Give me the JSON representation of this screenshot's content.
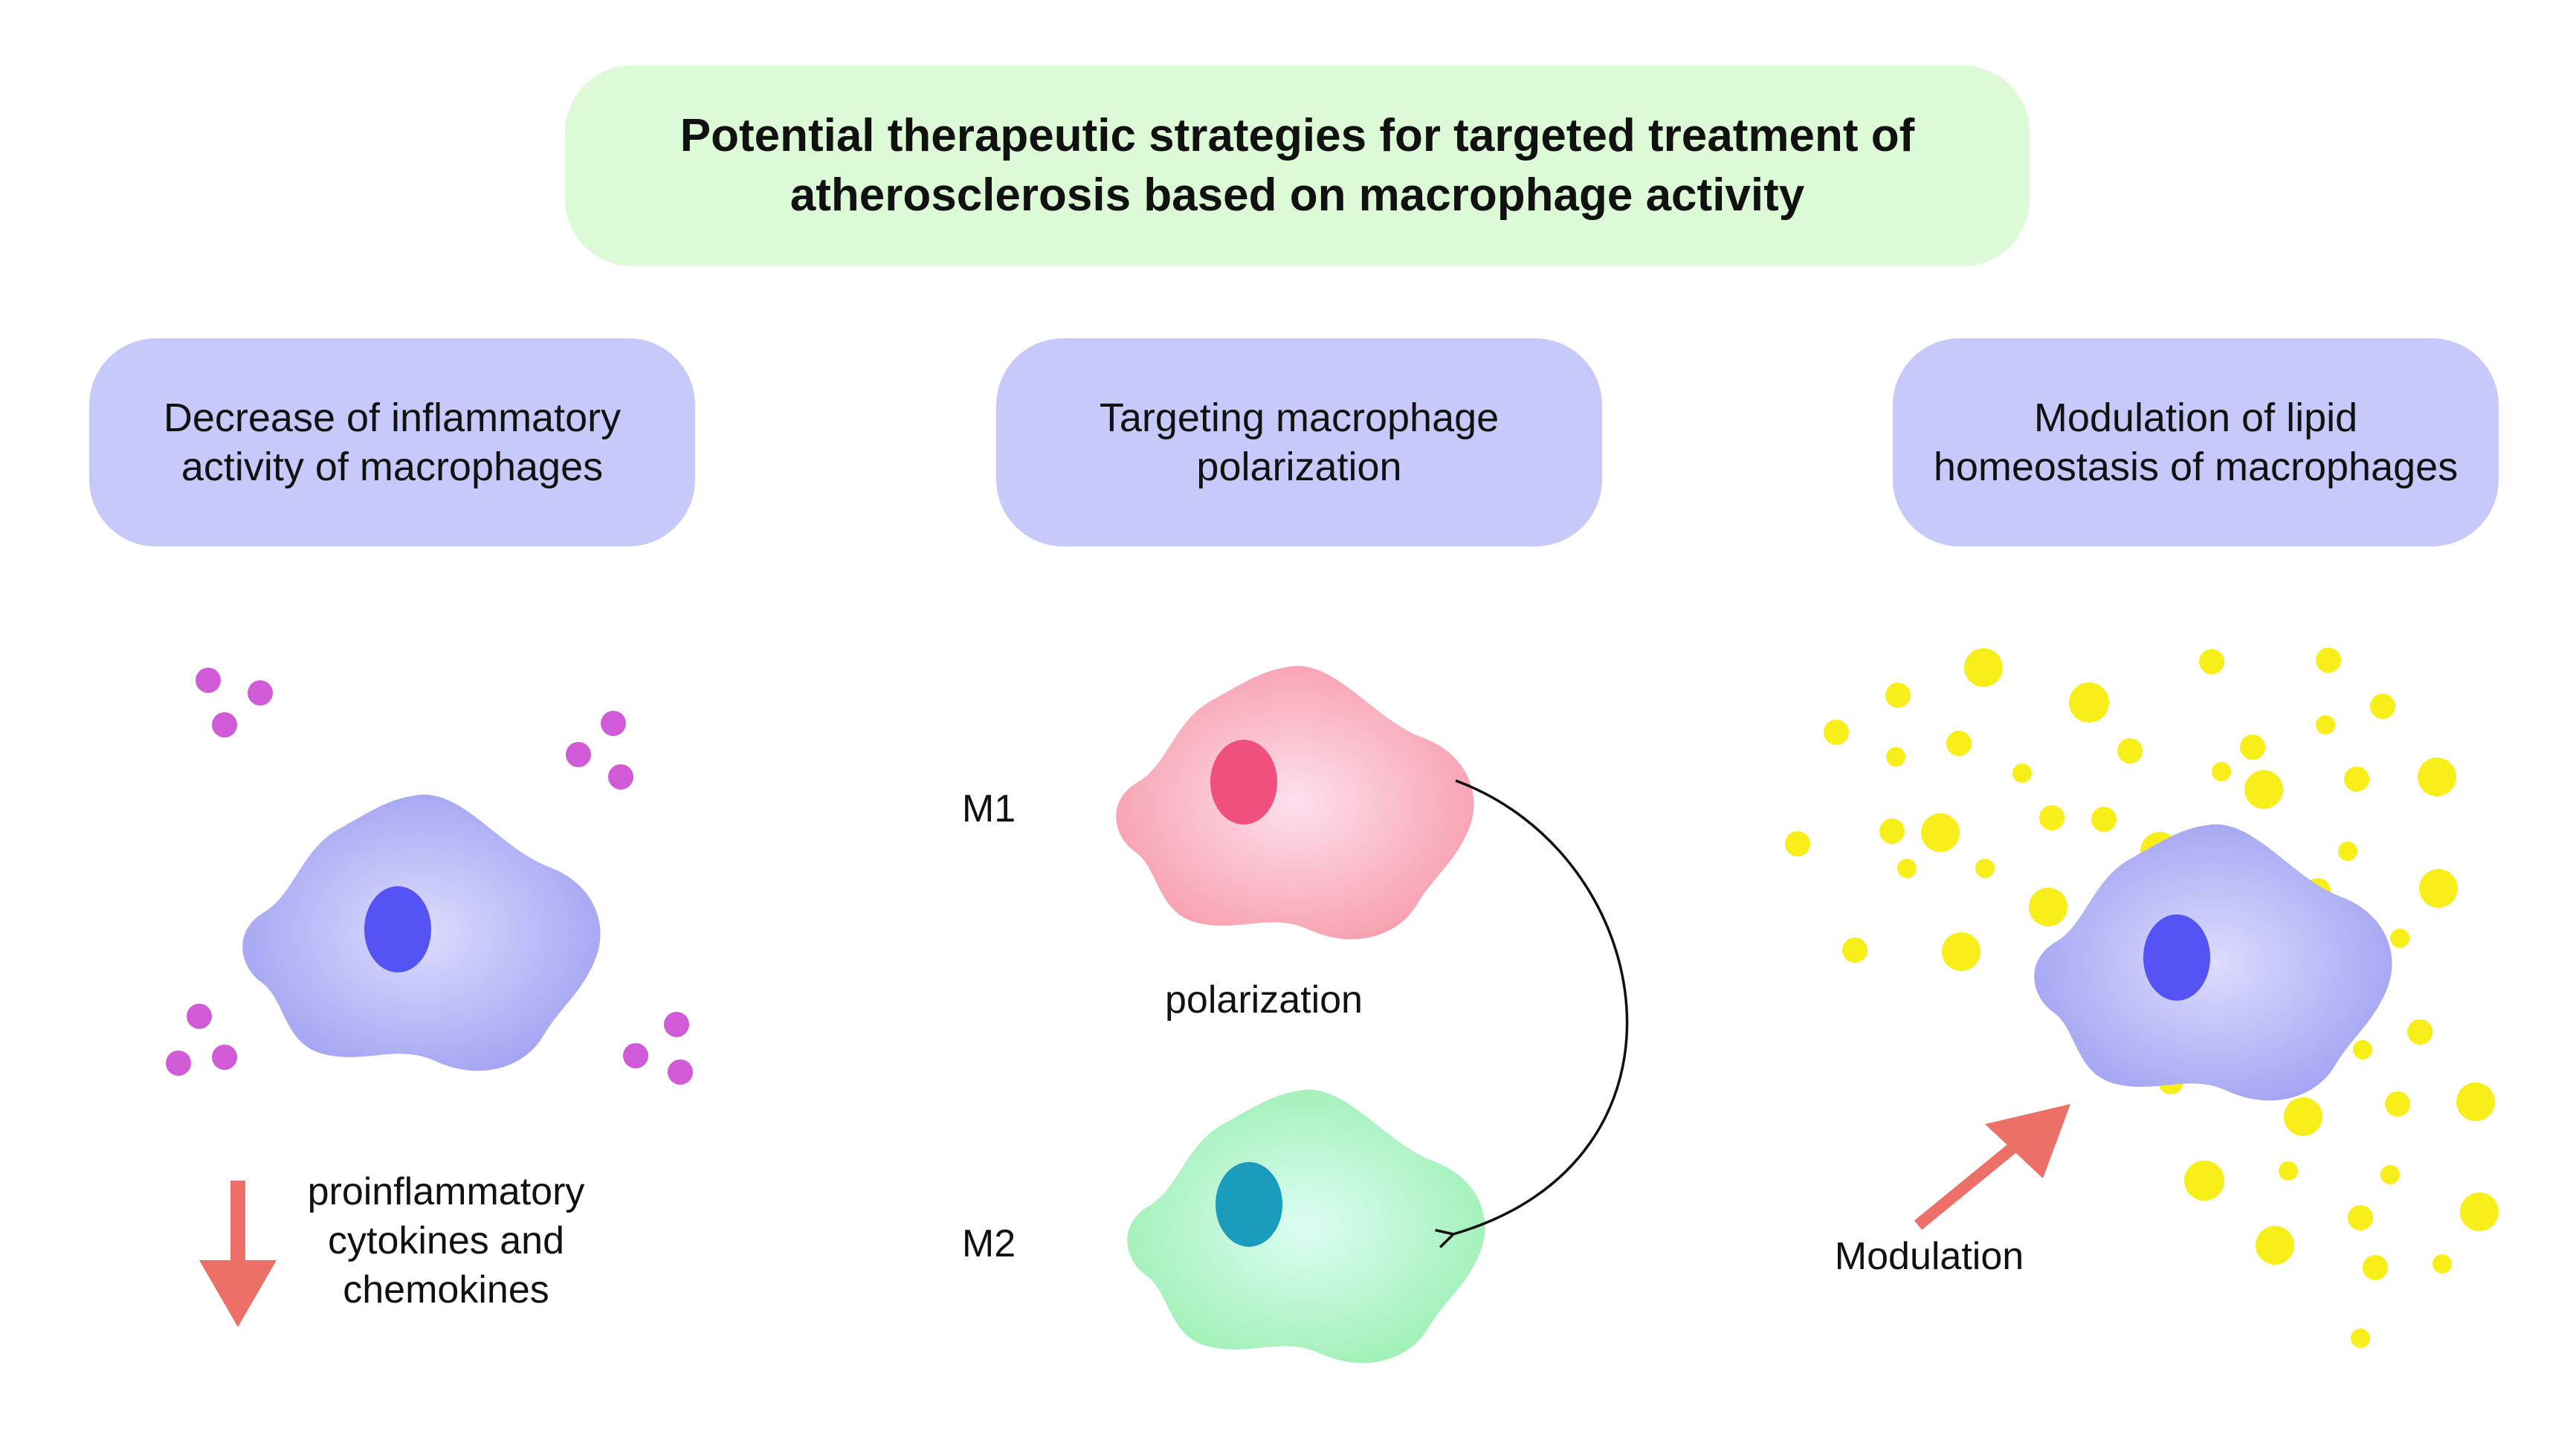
{
  "title": {
    "line1": "Potential therapeutic strategies for targeted treatment of",
    "line2": "atherosclerosis based on macrophage activity"
  },
  "strategies": [
    {
      "line1": "Decrease of inflammatory",
      "line2": "activity of macrophages"
    },
    {
      "line1": "Targeting macrophage",
      "line2": "polarization"
    },
    {
      "line1": "Modulation of lipid",
      "line2": "homeostasis of macrophages"
    }
  ],
  "left_panel": {
    "label_line1": "proinflammatory",
    "label_line2": "cytokines and",
    "label_line3": "chemokines",
    "arrow": "down"
  },
  "middle_panel": {
    "m1_label": "M1",
    "m2_label": "M2",
    "polarization_label": "polarization"
  },
  "right_panel": {
    "modulation_label": "Modulation"
  },
  "colors": {
    "title_bg": "#dcfad6",
    "header_bg": "#c8c9fb",
    "macrophage": "#a9a9f4",
    "nucleus": "#5453f4",
    "m1_cell": "#f7a3b3",
    "m1_nucleus": "#f0507e",
    "m2_cell": "#a8f0c0",
    "m2_nucleus": "#1a9dbd",
    "cytokine_dot": "#d15bd6",
    "lipid_dot": "#f7ee1a",
    "arrow": "#ec7068"
  }
}
